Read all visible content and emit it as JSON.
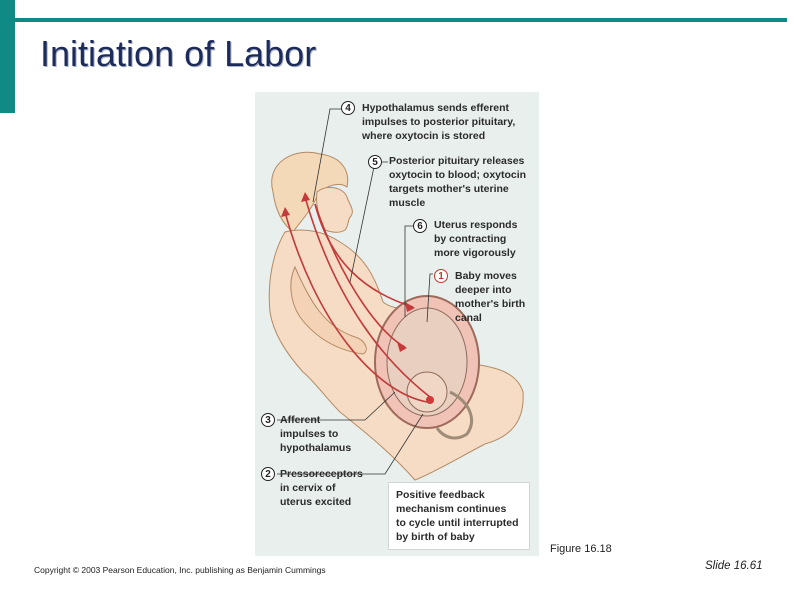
{
  "slide": {
    "title": "Initiation of Labor",
    "figure_caption": "Figure 16.18",
    "copyright": "Copyright © 2003 Pearson Education, Inc. publishing as Benjamin Cummings",
    "slide_number": "Slide 16.61",
    "accent_color": "#0f8a85"
  },
  "diagram": {
    "steps": [
      {
        "number": "4",
        "text": "Hypothalamus sends efferent\nimpulses to posterior pituitary,\nwhere oxytocin is stored"
      },
      {
        "number": "5",
        "text": "Posterior pituitary releases\noxytocin to blood; oxytocin\ntargets mother's uterine\nmuscle"
      },
      {
        "number": "6",
        "text": "Uterus responds\nby contracting\nmore vigorously"
      },
      {
        "number": "1",
        "text": "Baby moves\ndeeper into\nmother's birth\ncanal"
      },
      {
        "number": "3",
        "text": "Afferent\nimpulses to\nhypothalamus"
      },
      {
        "number": "2",
        "text": "Pressoreceptors\nin cervix of\nuterus excited"
      }
    ],
    "feedback_note": "Positive feedback\nmechanism continues\nto cycle until interrupted\nby birth of baby"
  }
}
